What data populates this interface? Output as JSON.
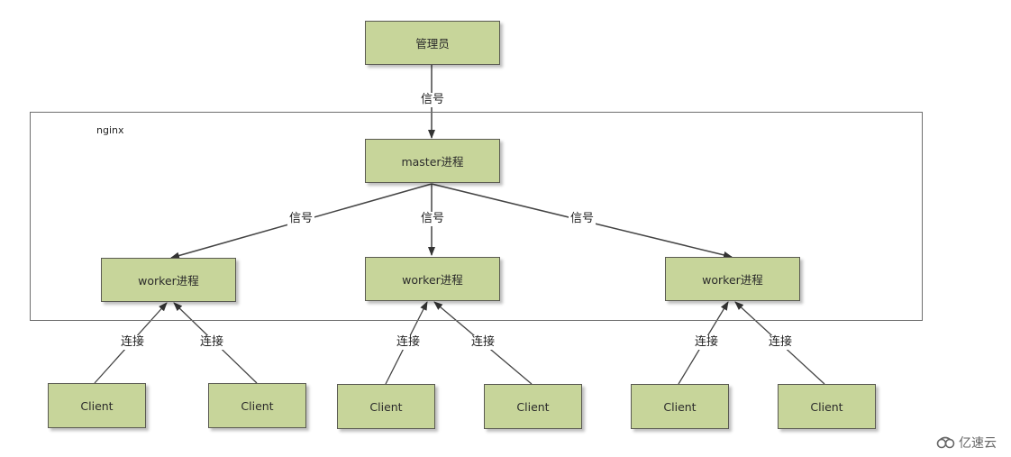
{
  "diagram": {
    "manager": "管理员",
    "container_label": "nginx",
    "master": "master进程",
    "workers": [
      "worker进程",
      "worker进程",
      "worker进程"
    ],
    "clients": [
      "Client",
      "Client",
      "Client",
      "Client",
      "Client",
      "Client"
    ],
    "signal_label": "信号",
    "connect_label": "连接"
  },
  "watermark": {
    "text": "亿速云",
    "icon": "cloud-logo-icon"
  }
}
